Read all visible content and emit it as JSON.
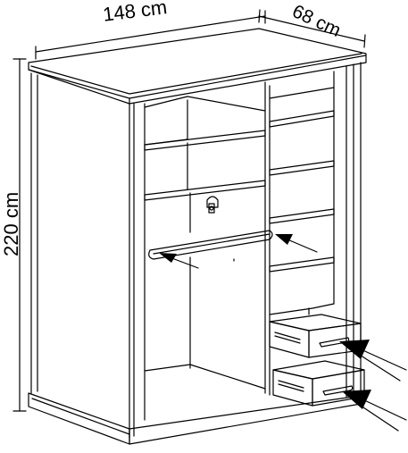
{
  "dimensions": {
    "width": "148 cm",
    "depth": "68 cm",
    "height": "220 cm"
  },
  "colors": {
    "line": "#000000",
    "background": "#ffffff"
  }
}
